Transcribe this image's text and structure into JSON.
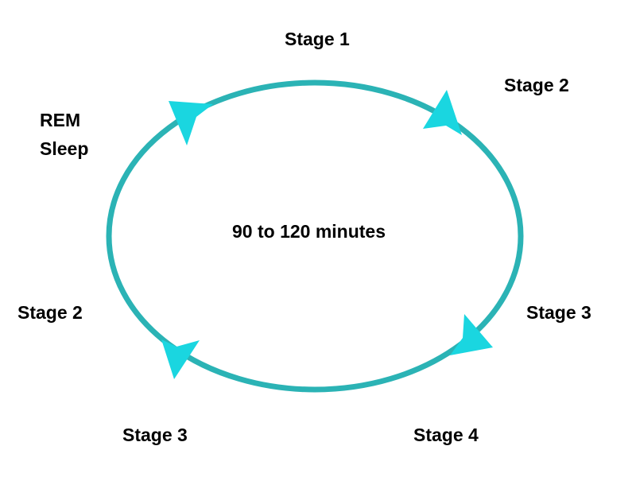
{
  "diagram": {
    "center_label": "90 to 120 minutes",
    "stages": {
      "top": "Stage 1",
      "upper_right": "Stage 2",
      "rem_line1": "REM",
      "rem_line2": "Sleep",
      "left": "Stage 2",
      "right": "Stage 3",
      "bottom_left": "Stage 3",
      "bottom_right": "Stage 4"
    },
    "colors": {
      "cycle_stroke": "#2bb3b5",
      "arrow_fill": "#1ad6e0",
      "text": "#000000"
    }
  }
}
